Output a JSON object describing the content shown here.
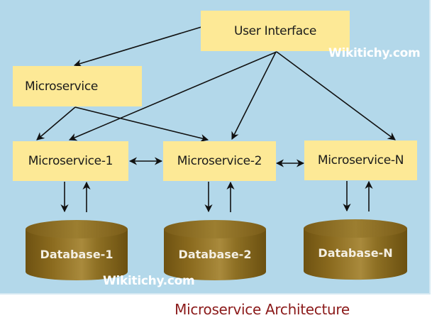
{
  "diagram": {
    "title": "Microservice Architecture",
    "colors": {
      "background": "#b3d8ea",
      "box_fill": "#fde996",
      "database_fill": "#8a6a1e",
      "caption": "#8b1a1a",
      "arrow": "#111111"
    },
    "nodes": {
      "ui": {
        "label": "User Interface"
      },
      "ms": {
        "label": "Microservice"
      },
      "ms1": {
        "label": "Microservice-1"
      },
      "ms2": {
        "label": "Microservice-2"
      },
      "msn": {
        "label": "Microservice-N"
      },
      "db1": {
        "label": "Database-1"
      },
      "db2": {
        "label": "Database-2"
      },
      "dbn": {
        "label": "Database-N"
      }
    },
    "edges": [
      {
        "from": "User Interface",
        "to": "Microservice",
        "type": "directed"
      },
      {
        "from": "User Interface",
        "to": "Microservice-1",
        "type": "directed"
      },
      {
        "from": "User Interface",
        "to": "Microservice-2",
        "type": "directed"
      },
      {
        "from": "User Interface",
        "to": "Microservice-N",
        "type": "directed"
      },
      {
        "from": "Microservice",
        "to": "Microservice-1",
        "type": "directed"
      },
      {
        "from": "Microservice",
        "to": "Microservice-2",
        "type": "directed"
      },
      {
        "from": "Microservice-1",
        "to": "Microservice-2",
        "type": "bidirectional"
      },
      {
        "from": "Microservice-2",
        "to": "Microservice-N",
        "type": "bidirectional"
      },
      {
        "from": "Microservice-1",
        "to": "Database-1",
        "type": "two-way"
      },
      {
        "from": "Microservice-2",
        "to": "Database-2",
        "type": "two-way"
      },
      {
        "from": "Microservice-N",
        "to": "Database-N",
        "type": "two-way"
      }
    ],
    "watermarks": [
      "Wikitichy.com",
      "Wikitichy.com"
    ]
  }
}
